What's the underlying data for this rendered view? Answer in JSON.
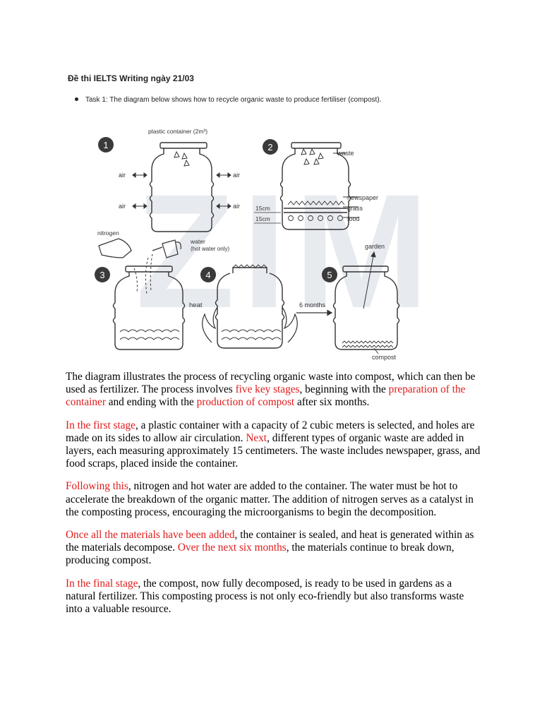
{
  "header": {
    "title": "Đề thi IELTS Writing ngày 21/03",
    "task": "Task 1: The diagram below shows how to recycle organic waste to produce fertiliser (compost)."
  },
  "diagram": {
    "watermark": "ZIM",
    "step_numbers": [
      "1",
      "2",
      "3",
      "4",
      "5"
    ],
    "labels": {
      "container": "plastic container (2m³)",
      "air": "air",
      "waste": "waste",
      "newspaper": "newspaper",
      "grass": "grass",
      "food": "food",
      "depth": "15cm",
      "nitrogen": "nitrogen",
      "water": "water",
      "water_note": "(hot water only)",
      "heat": "heat",
      "duration": "6 months",
      "garden": "garden",
      "compost": "compost"
    }
  },
  "article": {
    "p1": {
      "a": "The diagram illustrates the process of recycling organic waste into compost, which can then be used as fertilizer. The process involves ",
      "b": "five key stages",
      "c": ", beginning with the ",
      "d": "preparation of the container",
      "e": " and ending with the ",
      "f": "production of compost",
      "g": " after six months."
    },
    "p2": {
      "a": "In the first stage",
      "b": ", a plastic container with a capacity of 2 cubic meters is selected, and holes are made on its sides to allow air circulation. ",
      "c": "Next",
      "d": ", different types of organic waste are added in layers, each measuring approximately 15 centimeters. The waste includes newspaper, grass, and food scraps, placed inside the container."
    },
    "p3": {
      "a": "Following this",
      "b": ", nitrogen and hot water are added to the container. The water must be hot to accelerate the breakdown of the organic matter. The addition of nitrogen serves as a catalyst in the composting process, encouraging the microorganisms to begin the decomposition."
    },
    "p4": {
      "a": "Once all the materials have been added",
      "b": ", the container is sealed, and heat is generated within as the materials decompose. ",
      "c": "Over the next six months",
      "d": ", the materials continue to break down, producing compost."
    },
    "p5": {
      "a": "In the final stage",
      "b": ", the compost, now fully decomposed, is ready to be used in gardens as a natural fertilizer. This composting process is not only eco-friendly but also transforms waste into a valuable resource."
    }
  },
  "colors": {
    "highlight": "#e01b1b",
    "line": "#333333",
    "watermark": "#dfe3ea"
  }
}
